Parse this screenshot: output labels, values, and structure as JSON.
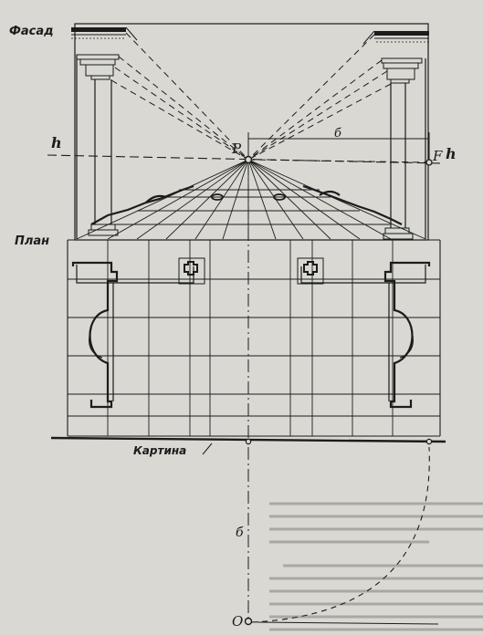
{
  "labels": {
    "facade": "Фасад",
    "plan": "План",
    "picture_plane": "Картина",
    "point_p": "P",
    "point_f": "F",
    "horizon_left": "h",
    "horizon_right": "h",
    "distance_top": "б",
    "distance_bottom": "б",
    "point_o": "O"
  }
}
